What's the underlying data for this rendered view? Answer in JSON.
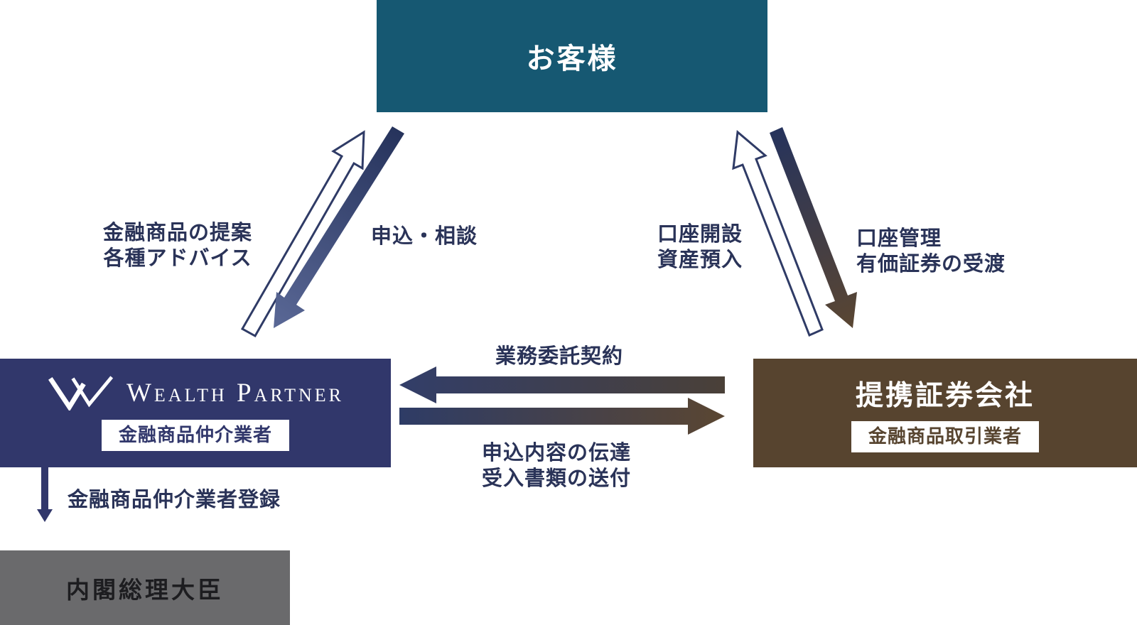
{
  "diagram": {
    "customer": {
      "label": "お客様"
    },
    "wealth_partner": {
      "brand_name": "Wealth Partner",
      "role_label": "金融商品仲介業者"
    },
    "securities": {
      "name": "提携証券会社",
      "role_label": "金融商品取引業者"
    },
    "regulator": {
      "label": "内閣総理大臣"
    },
    "arrows": {
      "proposal": {
        "lines": [
          "金融商品の提案",
          "各種アドバイス"
        ],
        "direction": "wealth-partner-to-customer"
      },
      "application": {
        "label": "申込・相談",
        "direction": "customer-to-wealth-partner"
      },
      "account_opening": {
        "lines": [
          "口座開設",
          "資産預入"
        ],
        "direction": "customer-to-securities"
      },
      "account_management": {
        "lines": [
          "口座管理",
          "有価証券の受渡"
        ],
        "direction": "securities-to-customer"
      },
      "outsourcing": {
        "label": "業務委託契約",
        "direction": "securities-to-wealth-partner"
      },
      "transmission": {
        "lines": [
          "申込内容の伝達",
          "受入書類の送付"
        ],
        "direction": "wealth-partner-to-securities"
      },
      "registration": {
        "label": "金融商品仲介業者登録",
        "direction": "wealth-partner-to-regulator"
      }
    },
    "colors": {
      "customer_box": "#165872",
      "wealth_partner_box": "#31376B",
      "securities_box": "#57442F",
      "regulator_box": "#6A6A6C",
      "arrow_navy": "#2E3C66",
      "arrow_slate": "#5A6896",
      "arrow_brown": "#5A4632",
      "label_text": "#2A3358"
    }
  }
}
